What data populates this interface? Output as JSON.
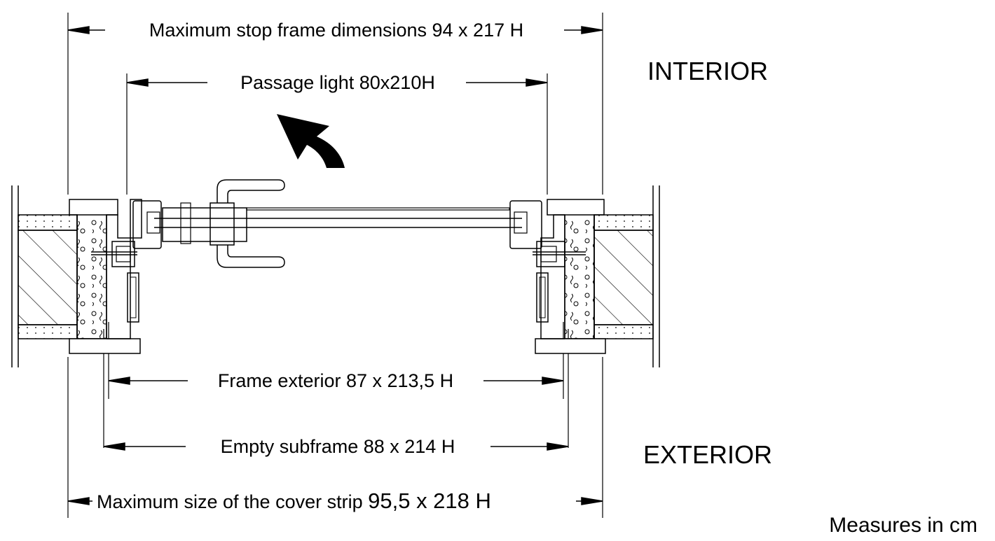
{
  "dimensions": {
    "stop_frame": "Maximum stop frame dimensions 94 x 217 H",
    "passage_light": "Passage light 80x210H",
    "frame_exterior": "Frame exterior 87 x 213,5 H",
    "empty_subframe": "Empty subframe 88 x 214 H",
    "cover_strip_prefix": "Maximum size of the cover strip ",
    "cover_strip_value": "95,5 x 218 H"
  },
  "sides": {
    "interior": "INTERIOR",
    "exterior": "EXTERIOR"
  },
  "units_note": "Measures in cm",
  "icons": {
    "opening_direction": "curved-arrow-icon",
    "handle": "door-handle-icon"
  }
}
